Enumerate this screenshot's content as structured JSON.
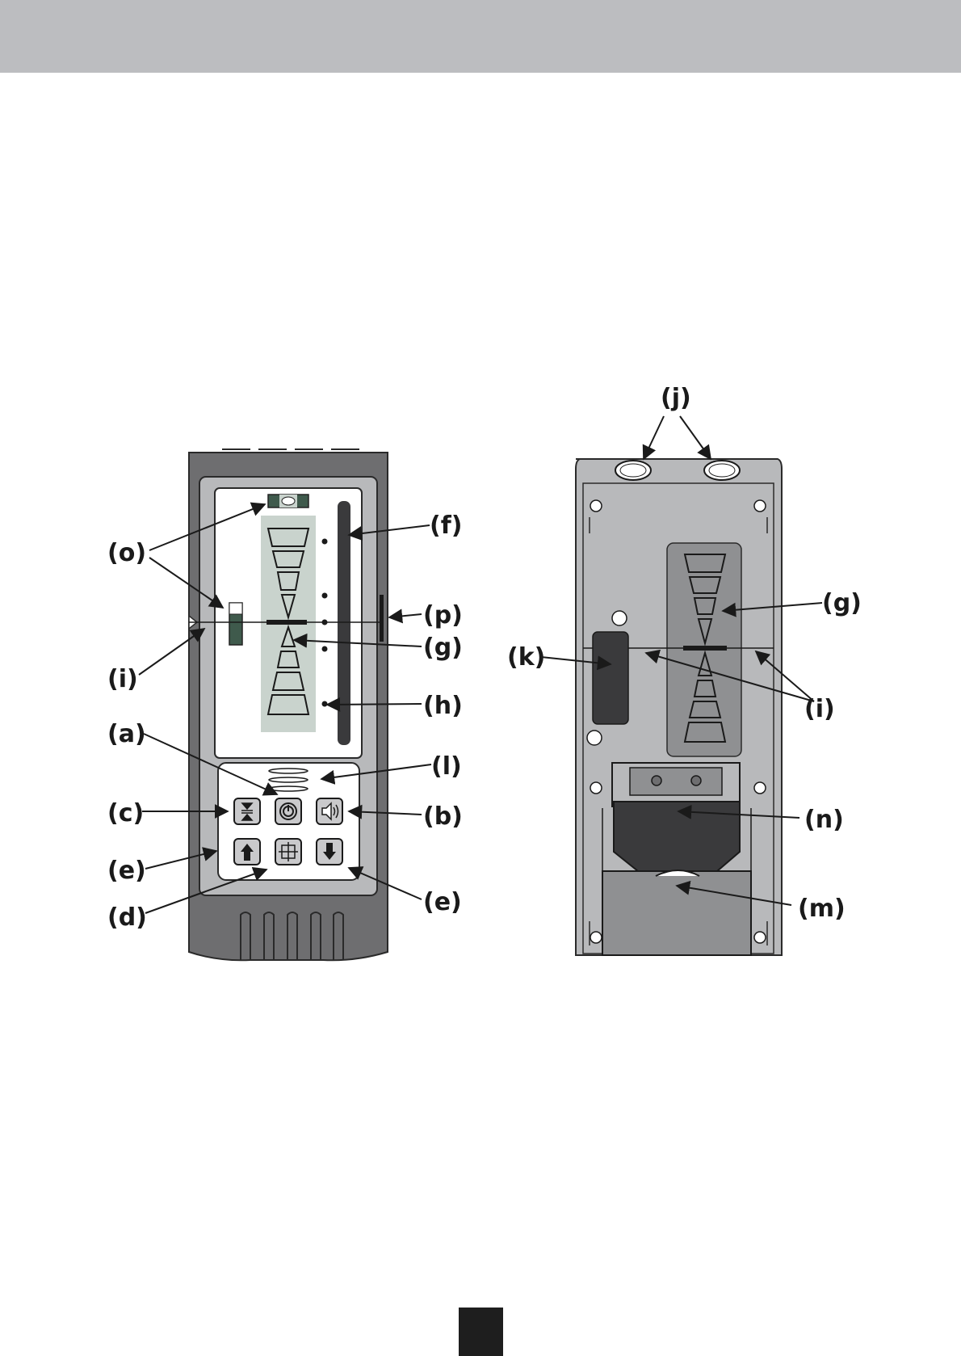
{
  "labels": {
    "a": "(a)",
    "b": "(b)",
    "c": "(c)",
    "d": "(d)",
    "e": "(e)",
    "f": "(f)",
    "g": "(g)",
    "h": "(h)",
    "i": "(i)",
    "j": "(j)",
    "k": "(k)",
    "l": "(l)",
    "m": "(m)",
    "n": "(n)",
    "o": "(o)",
    "p": "(p)"
  },
  "colors": {
    "header": "#bcbdc0",
    "housing": "#6e6e70",
    "panel": "#b8b9bb",
    "screen": "#ffffff",
    "indicator": "#c9d3cd",
    "dark": "#3a3a3c",
    "arrow": "#1a1a1a"
  },
  "icons": {
    "button_c": "sensitivity-icon",
    "button_a": "power-icon",
    "button_b": "speaker-icon",
    "button_d": "crosshair-icon",
    "button_e_up": "arrow-up-icon",
    "button_e_down": "arrow-down-icon"
  }
}
